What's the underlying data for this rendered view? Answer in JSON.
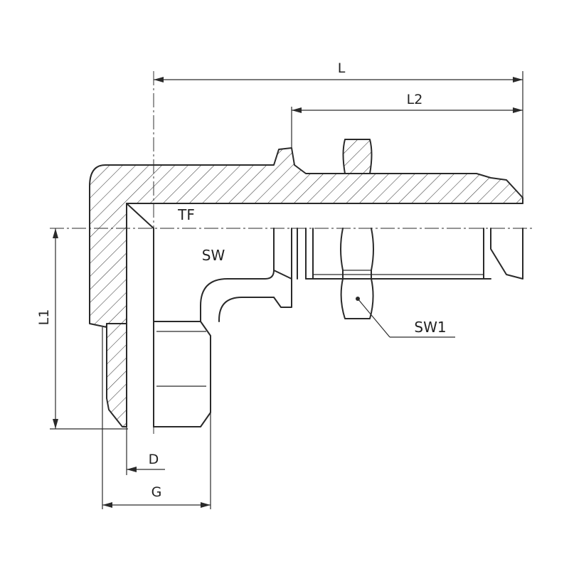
{
  "drawing": {
    "labels": {
      "L": "L",
      "L2": "L2",
      "L1": "L1",
      "D": "D",
      "G": "G",
      "TF": "TF",
      "SW": "SW",
      "SW1": "SW1"
    },
    "colors": {
      "line": "#2a2a2a",
      "background": "#ffffff"
    }
  }
}
